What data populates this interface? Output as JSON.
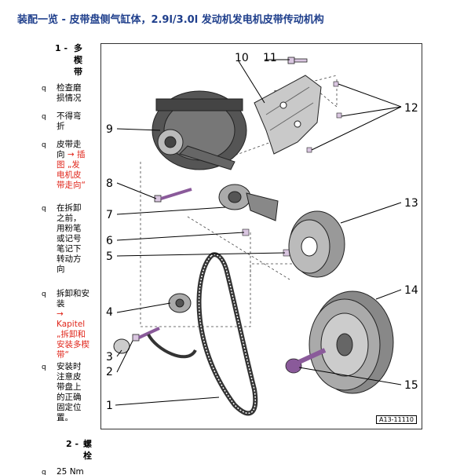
{
  "page_title": "装配一览 - 皮带盘侧气缸体，2.9l/3.0l 发动机发电机皮带传动机构",
  "items": [
    {
      "number": "1 -",
      "name_lines": [
        "多",
        "楔",
        "带"
      ],
      "notes": [
        {
          "lines": [
            "检查磨",
            "损情况"
          ]
        },
        {
          "lines": [
            "不得弯",
            "折"
          ]
        },
        {
          "lines_black": [
            "皮带走",
            "向"
          ],
          "lines_red": [
            "→ 插",
            "图 „发",
            "电机皮",
            "带走向“"
          ]
        },
        {
          "lines": [
            "在拆卸",
            "之前，",
            "用粉笔",
            "或记号",
            "笔记下",
            "转动方",
            "向"
          ]
        },
        {
          "lines_black": [
            "拆卸和安",
            "装"
          ],
          "lines_red": [
            "→ Kapitel",
            "„拆卸和",
            "安装多楔",
            "带“"
          ]
        },
        {
          "lines": [
            "安装时",
            "注意皮",
            "带盘上",
            "的正确",
            "固定位",
            "置。"
          ]
        }
      ]
    },
    {
      "number": "2 -",
      "name_lines": [
        "螺",
        "栓"
      ],
      "notes": [
        {
          "lines": [
            "25 Nm"
          ]
        }
      ]
    }
  ],
  "figure": {
    "callouts": [
      "1",
      "2",
      "3",
      "4",
      "5",
      "6",
      "7",
      "8",
      "9",
      "10",
      "11",
      "12",
      "13",
      "14",
      "15"
    ],
    "figure_id": "A13-11110"
  }
}
